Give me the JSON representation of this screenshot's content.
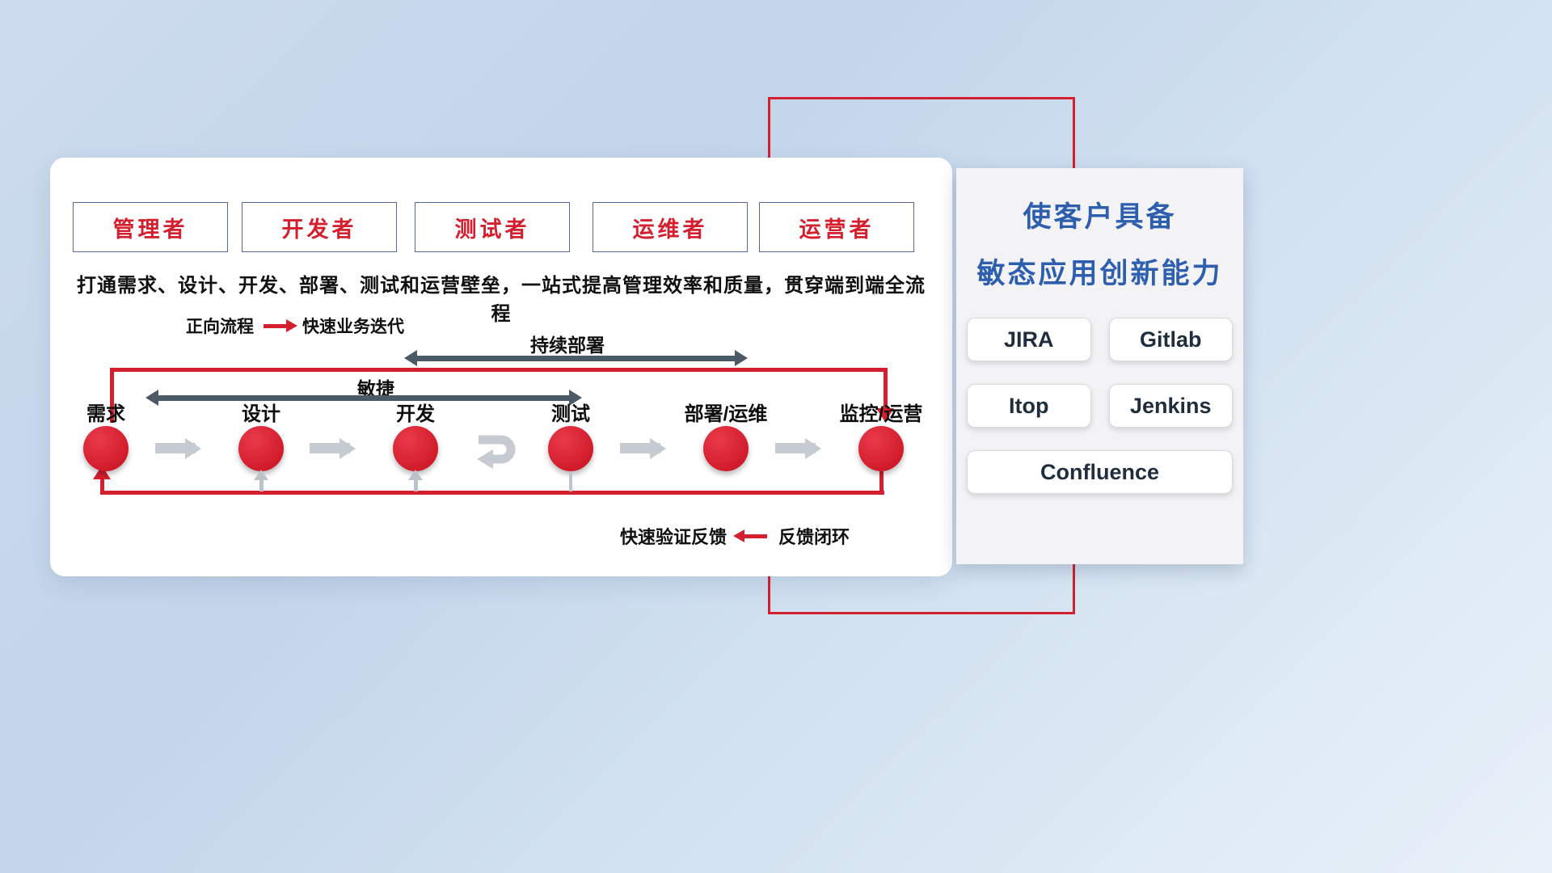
{
  "main": {
    "roles": [
      "管理者",
      "开发者",
      "测试者",
      "运维者",
      "运营者"
    ],
    "subtitle": "打通需求、设计、开发、部署、测试和运营壁垒，一站式提高管理效率和质量，贯穿端到端全流程",
    "forward_legend": {
      "label": "正向流程",
      "desc": "快速业务迭代"
    },
    "continuous_deploy_label": "持续部署",
    "agile_label": "敏捷",
    "steps": [
      "需求",
      "设计",
      "开发",
      "测试",
      "部署/运维",
      "监控/运营"
    ],
    "feedback_legend": {
      "label": "快速验证反馈",
      "desc": "反馈闭环"
    }
  },
  "right_panel": {
    "title_line1": "使客户具备",
    "title_line2": "敏态应用创新能力",
    "tools": [
      "JIRA",
      "Gitlab",
      "Itop",
      "Jenkins",
      "Confluence"
    ]
  },
  "colors": {
    "red": "#d41f2e",
    "dark_arrow": "#4c5a67",
    "blue_title": "#2e5fae",
    "gray_arrow": "#c6cbd2"
  }
}
